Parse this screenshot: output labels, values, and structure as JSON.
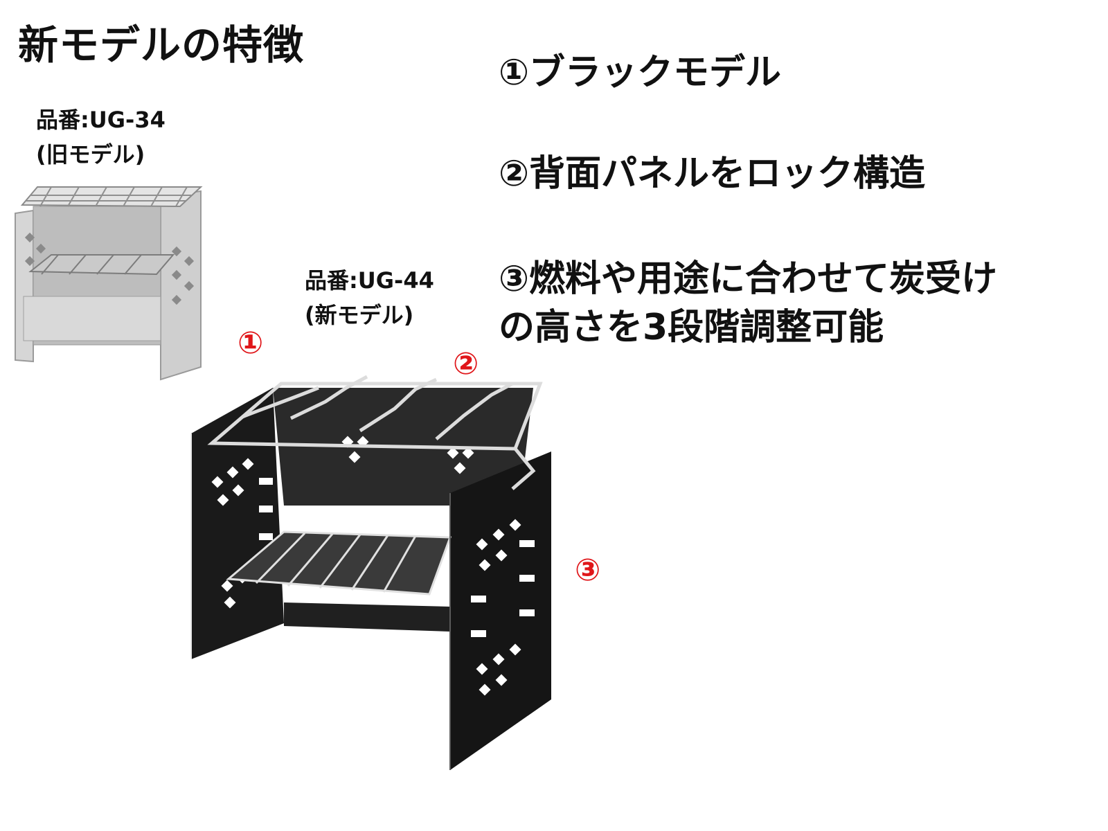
{
  "title": "新モデルの特徴",
  "old_model": {
    "number": "品番:UG-34",
    "label": "(旧モデル)"
  },
  "new_model": {
    "number": "品番:UG-44",
    "label": "(新モデル)"
  },
  "features": [
    {
      "text": "①ブラックモデル"
    },
    {
      "text": "②背面パネルをロック構造"
    },
    {
      "line1": "③燃料や用途に合わせて炭受け",
      "line2": "の高さを3段階調整可能"
    }
  ],
  "callouts": [
    "①",
    "②",
    "③"
  ],
  "colors": {
    "callout": "#e0161a",
    "text": "#111111",
    "stove_black": "#1a1a1a",
    "stainless": "#c8c8c8",
    "wire": "#d8d8d8"
  },
  "icons": {
    "old": "stainless-grill-stove",
    "new": "black-grill-stove"
  }
}
